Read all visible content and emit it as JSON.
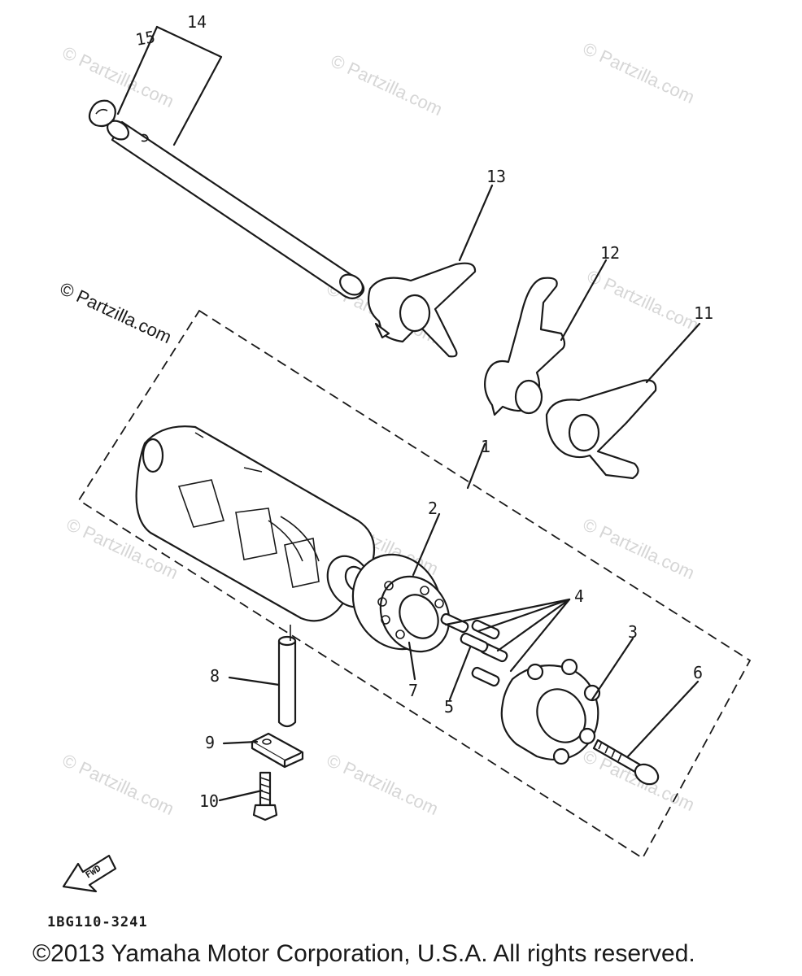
{
  "callouts": {
    "c1": "1",
    "c2": "2",
    "c3": "3",
    "c4": "4",
    "c5": "5",
    "c6": "6",
    "c7": "7",
    "c8": "8",
    "c9": "9",
    "c10": "10",
    "c11": "11",
    "c12": "12",
    "c13": "13",
    "c14": "14",
    "c15": "15"
  },
  "watermark": "© Partzilla.com",
  "fwd_label": "FWD",
  "diagram_code": "1BG110-3241",
  "copyright": "©2013  Yamaha Motor Corporation, U.S.A. All rights reserved.",
  "colors": {
    "line": "#1a1a1a",
    "watermark": "#d6d6d6",
    "background": "#ffffff"
  }
}
